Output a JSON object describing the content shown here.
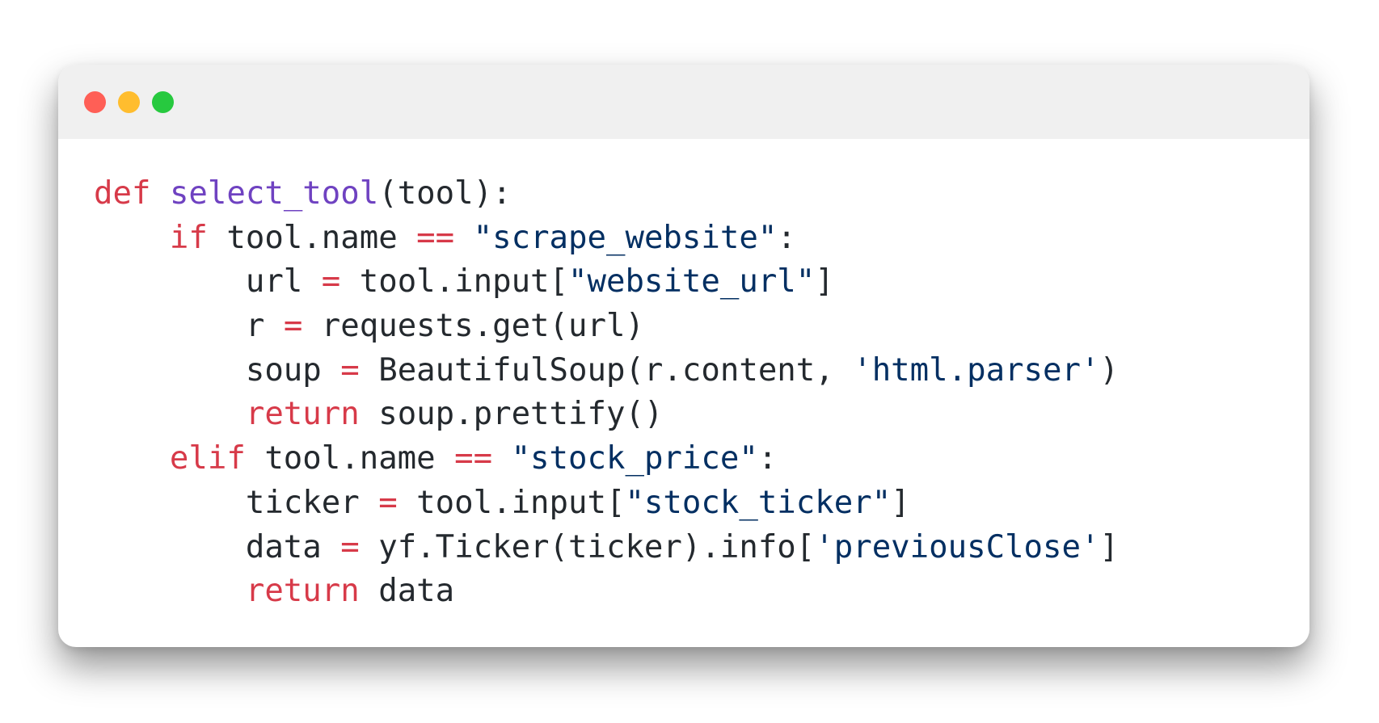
{
  "window": {
    "controls": [
      {
        "name": "close",
        "color": "#ff5f56"
      },
      {
        "name": "minimize",
        "color": "#ffbd2e"
      },
      {
        "name": "zoom",
        "color": "#27c93f"
      }
    ]
  },
  "theme": {
    "keyword": "#d73a49",
    "function": "#6f42c1",
    "string": "#032f62",
    "operator": "#d73a49",
    "plain": "#24292e",
    "titlebar": "#f0f0f0"
  },
  "code": {
    "language": "python",
    "lines": [
      [
        {
          "t": "kw",
          "v": "def"
        },
        {
          "t": "plain",
          "v": " "
        },
        {
          "t": "fn",
          "v": "select_tool"
        },
        {
          "t": "plain",
          "v": "(tool):"
        }
      ],
      [
        {
          "t": "plain",
          "v": "    "
        },
        {
          "t": "kw",
          "v": "if"
        },
        {
          "t": "plain",
          "v": " tool.name "
        },
        {
          "t": "op",
          "v": "=="
        },
        {
          "t": "plain",
          "v": " "
        },
        {
          "t": "str",
          "v": "\"scrape_website\""
        },
        {
          "t": "plain",
          "v": ":"
        }
      ],
      [
        {
          "t": "plain",
          "v": "        url "
        },
        {
          "t": "op",
          "v": "="
        },
        {
          "t": "plain",
          "v": " tool.input["
        },
        {
          "t": "str",
          "v": "\"website_url\""
        },
        {
          "t": "plain",
          "v": "]"
        }
      ],
      [
        {
          "t": "plain",
          "v": "        r "
        },
        {
          "t": "op",
          "v": "="
        },
        {
          "t": "plain",
          "v": " requests.get(url)"
        }
      ],
      [
        {
          "t": "plain",
          "v": "        soup "
        },
        {
          "t": "op",
          "v": "="
        },
        {
          "t": "plain",
          "v": " BeautifulSoup(r.content, "
        },
        {
          "t": "str",
          "v": "'html.parser'"
        },
        {
          "t": "plain",
          "v": ")"
        }
      ],
      [
        {
          "t": "plain",
          "v": "        "
        },
        {
          "t": "kw",
          "v": "return"
        },
        {
          "t": "plain",
          "v": " soup.prettify()"
        }
      ],
      [
        {
          "t": "plain",
          "v": "    "
        },
        {
          "t": "kw",
          "v": "elif"
        },
        {
          "t": "plain",
          "v": " tool.name "
        },
        {
          "t": "op",
          "v": "=="
        },
        {
          "t": "plain",
          "v": " "
        },
        {
          "t": "str",
          "v": "\"stock_price\""
        },
        {
          "t": "plain",
          "v": ":"
        }
      ],
      [
        {
          "t": "plain",
          "v": "        ticker "
        },
        {
          "t": "op",
          "v": "="
        },
        {
          "t": "plain",
          "v": " tool.input["
        },
        {
          "t": "str",
          "v": "\"stock_ticker\""
        },
        {
          "t": "plain",
          "v": "]"
        }
      ],
      [
        {
          "t": "plain",
          "v": "        data "
        },
        {
          "t": "op",
          "v": "="
        },
        {
          "t": "plain",
          "v": " yf.Ticker(ticker).info["
        },
        {
          "t": "str",
          "v": "'previousClose'"
        },
        {
          "t": "plain",
          "v": "]"
        }
      ],
      [
        {
          "t": "plain",
          "v": "        "
        },
        {
          "t": "kw",
          "v": "return"
        },
        {
          "t": "plain",
          "v": " data"
        }
      ]
    ]
  }
}
